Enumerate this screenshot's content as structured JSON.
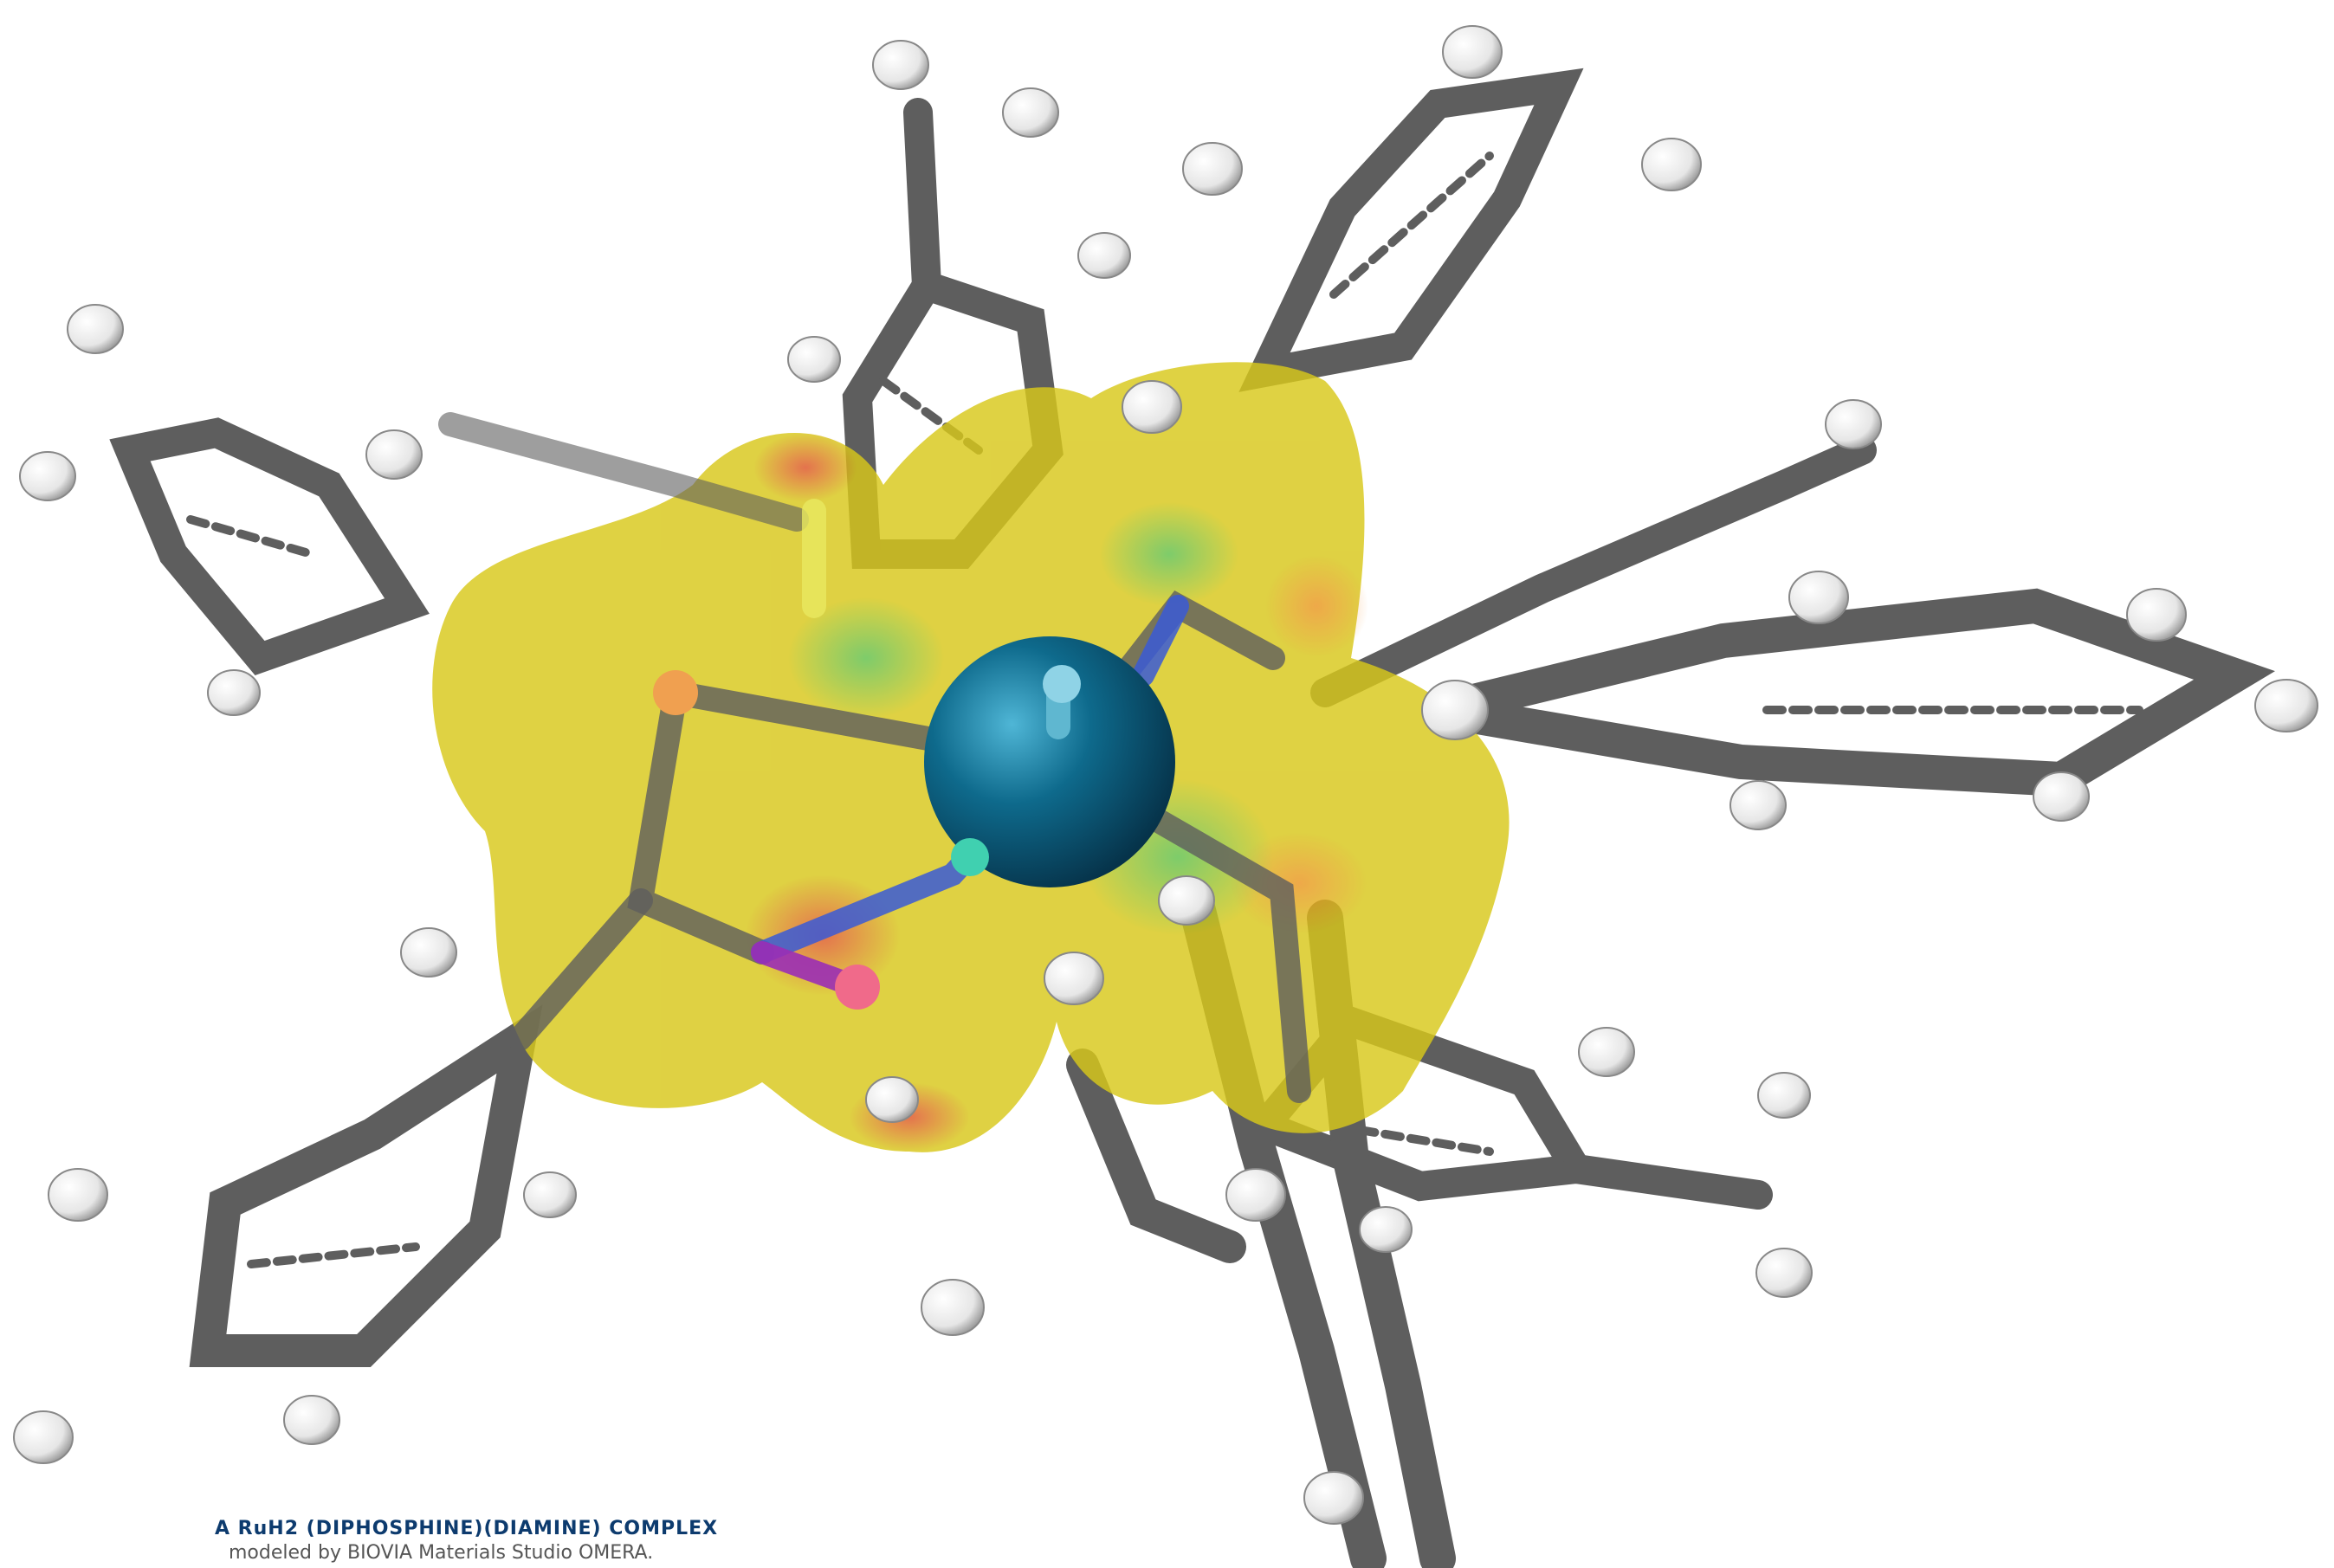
{
  "caption": {
    "title": "A RuH2 (DIPHOSPHINE)(DIAMINE) COMPLEX",
    "subtitle": "modeled by BIOVIA Materials Studio OMERA."
  },
  "colors": {
    "background": "#ffffff",
    "bond": "#5e5e5e",
    "hydrogen": "#f2f2f2",
    "metal_center": "#0e6a8c",
    "surface_base": "#d8c81a",
    "surface_red": "#e0402a",
    "surface_green": "#55c050",
    "nitrogen": "#3a5bd6",
    "caption_title": "#0d3b6e",
    "caption_text": "#555555"
  },
  "icons": {
    "molecule": "ball-and-stick-molecular-model"
  }
}
